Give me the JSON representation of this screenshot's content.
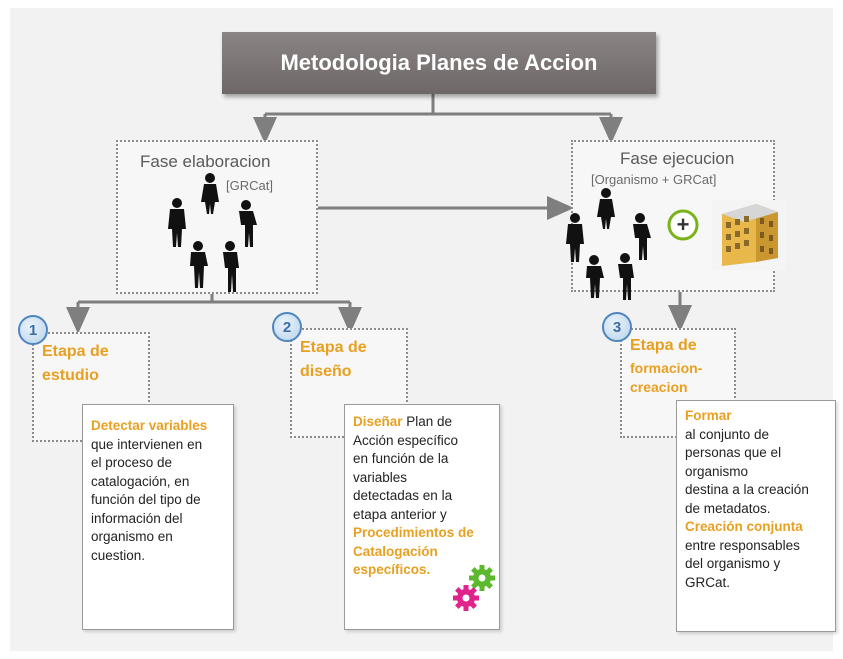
{
  "title": "Metodologia Planes de Accion",
  "phase_elaboracion": {
    "title": "Fase elaboracion",
    "sub": "[GRCat]"
  },
  "phase_ejecucion": {
    "title": "Fase ejecucion",
    "sub": "[Organismo + GRCat]"
  },
  "stages": [
    {
      "number": "1",
      "line1": "Etapa de",
      "line2": "estudio"
    },
    {
      "number": "2",
      "line1": "Etapa de",
      "line2": "diseño"
    },
    {
      "number": "3",
      "line1": "Etapa de",
      "line2": "formacion-",
      "line3": "creacion"
    }
  ],
  "card1": {
    "highlight": "Detectar variables",
    "lines": [
      "que intervienen en",
      "el proceso de",
      "catalogación, en",
      "función del tipo de",
      "información del",
      "organismo en",
      "cuestion."
    ]
  },
  "card2": {
    "highlight_word": "Diseñar",
    "first_rest": " Plan de",
    "lines": [
      "Acción específico",
      "en función de la",
      "variables",
      "detectadas en la",
      "etapa anterior y"
    ],
    "highlight_lines": [
      "Procedimientos de",
      "Catalogación",
      "específicos."
    ]
  },
  "card3": {
    "highlight1": "Formar",
    "lines1": [
      "al conjunto de",
      "personas que el",
      "organismo",
      "destina a la creación",
      "de metadatos."
    ],
    "highlight2": "Creación conjunta",
    "lines2": [
      "entre responsables",
      "del organismo y",
      "GRCat."
    ]
  },
  "plus_symbol": "+",
  "colors": {
    "accent": "#e8a021",
    "title_bg": "#7a7474",
    "number_border": "#4f86bf",
    "plus_ring": "#7ab21c"
  },
  "icons": [
    "people-group-icon",
    "building-icon",
    "gears-icon",
    "plus-icon"
  ]
}
